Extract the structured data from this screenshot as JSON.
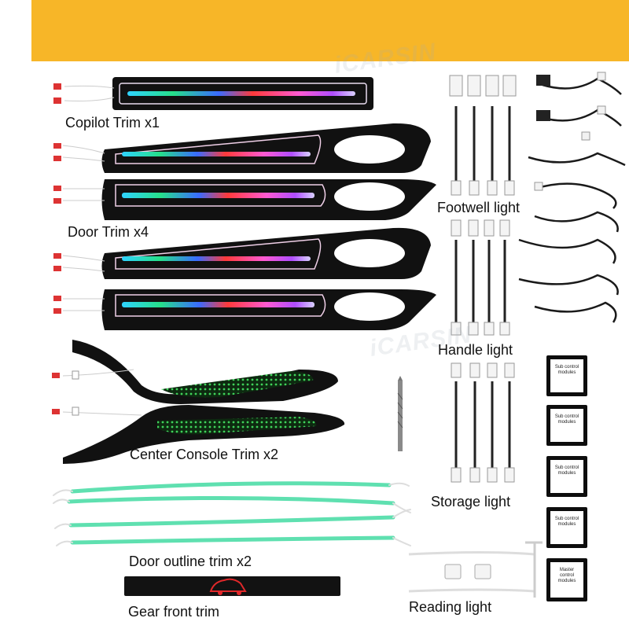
{
  "watermark": "iCARSIN",
  "labels": {
    "copilot": "Copilot Trim x1",
    "door": "Door Trim x4",
    "footwell": "Footwell light",
    "handle": "Handle light",
    "console": "Center Console Trim x2",
    "storage": "Storage light",
    "outline": "Door outline trim x2",
    "gear": "Gear front trim",
    "reading": "Reading light"
  },
  "modules": {
    "sub": "Sub control modules",
    "master": "Master control modules"
  },
  "colors": {
    "banner": "#f7b628",
    "trim_body": "#101010",
    "outline_strip": "#5fe0b0",
    "console_glow": "#2fb34a"
  }
}
